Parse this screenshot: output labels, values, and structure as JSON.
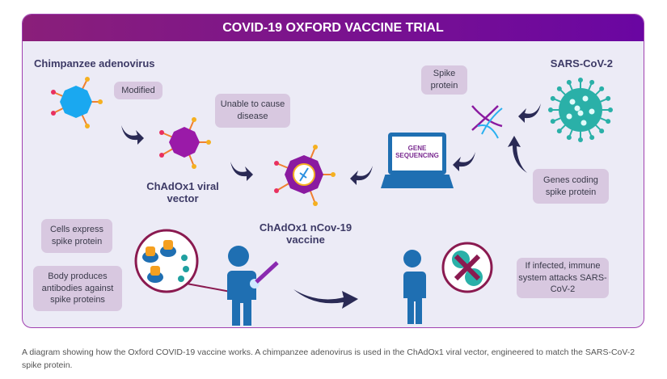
{
  "title": "COVID-19 OXFORD VACCINE TRIAL",
  "labels": {
    "chimp": "Chimpanzee adenovirus",
    "sars": "SARS-CoV-2",
    "vector_1": "ChAdOx1 viral",
    "vector_2": "vector",
    "vaccine_1": "ChAdOx1 nCov-19",
    "vaccine_2": "vaccine",
    "gene_1": "GENE",
    "gene_2": "SEQUENCING"
  },
  "boxes": {
    "modified": "Modified",
    "unable": "Unable to cause disease",
    "spike": "Spike protein",
    "genes": "Genes coding spike protein",
    "cells": "Cells express spike protein",
    "body": "Body produces antibodies against spike proteins",
    "infected": "If infected, immune system attacks SARS-CoV-2"
  },
  "caption": "A diagram showing how the Oxford COVID-19 vaccine works. A chimpanzee adenovirus is used in the ChAdOx1 viral vector, engineered to match the SARS-CoV-2 spike protein.",
  "colors": {
    "header": "#7a0f90",
    "box": "#d8c8e0",
    "text": "#3d3a66",
    "person": "#1f6fb2"
  }
}
